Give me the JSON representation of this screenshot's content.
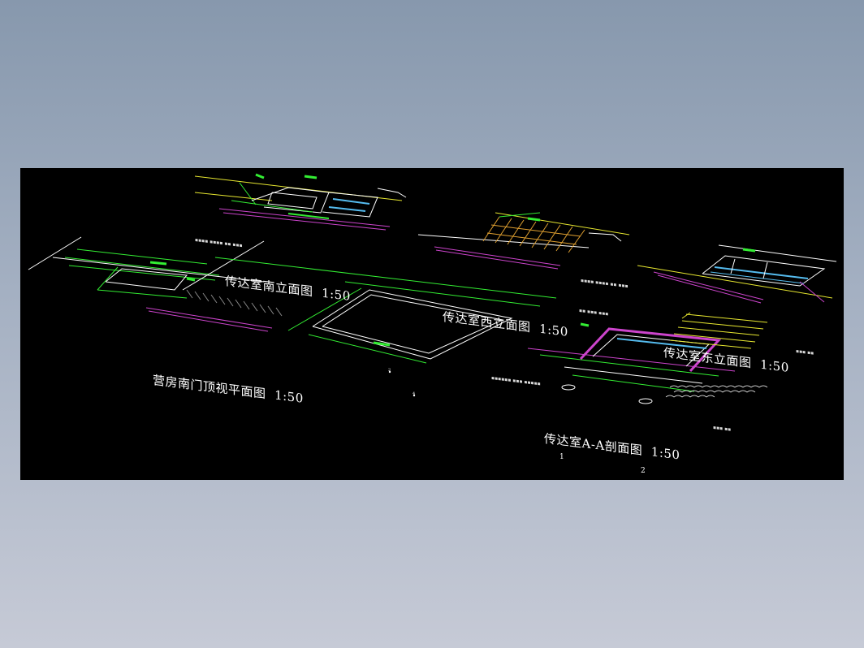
{
  "drawing": {
    "titles": [
      {
        "id": "south-elevation",
        "text": "传达室南立面图",
        "scale": "1:50"
      },
      {
        "id": "west-elevation",
        "text": "传达室西立面图",
        "scale": "1:50"
      },
      {
        "id": "east-elevation",
        "text": "传达室东立面图",
        "scale": "1:50"
      },
      {
        "id": "gate-top-plan",
        "text": "营房南门顶视平面图",
        "scale": "1:50"
      },
      {
        "id": "section-aa",
        "text": "传达室A-A剖面图",
        "scale": "1:50"
      }
    ],
    "section_markers": [
      "1",
      "2"
    ],
    "small_markers": [
      "2",
      "4"
    ]
  },
  "colors": {
    "canvas_bg": "#000000",
    "yellow_lines": "#e8e830",
    "green_lines": "#33ee33",
    "white_lines": "#ffffff",
    "magenta_lines": "#cc44cc",
    "cyan_lines": "#55bbee",
    "orange_hatch": "#e0a030"
  }
}
